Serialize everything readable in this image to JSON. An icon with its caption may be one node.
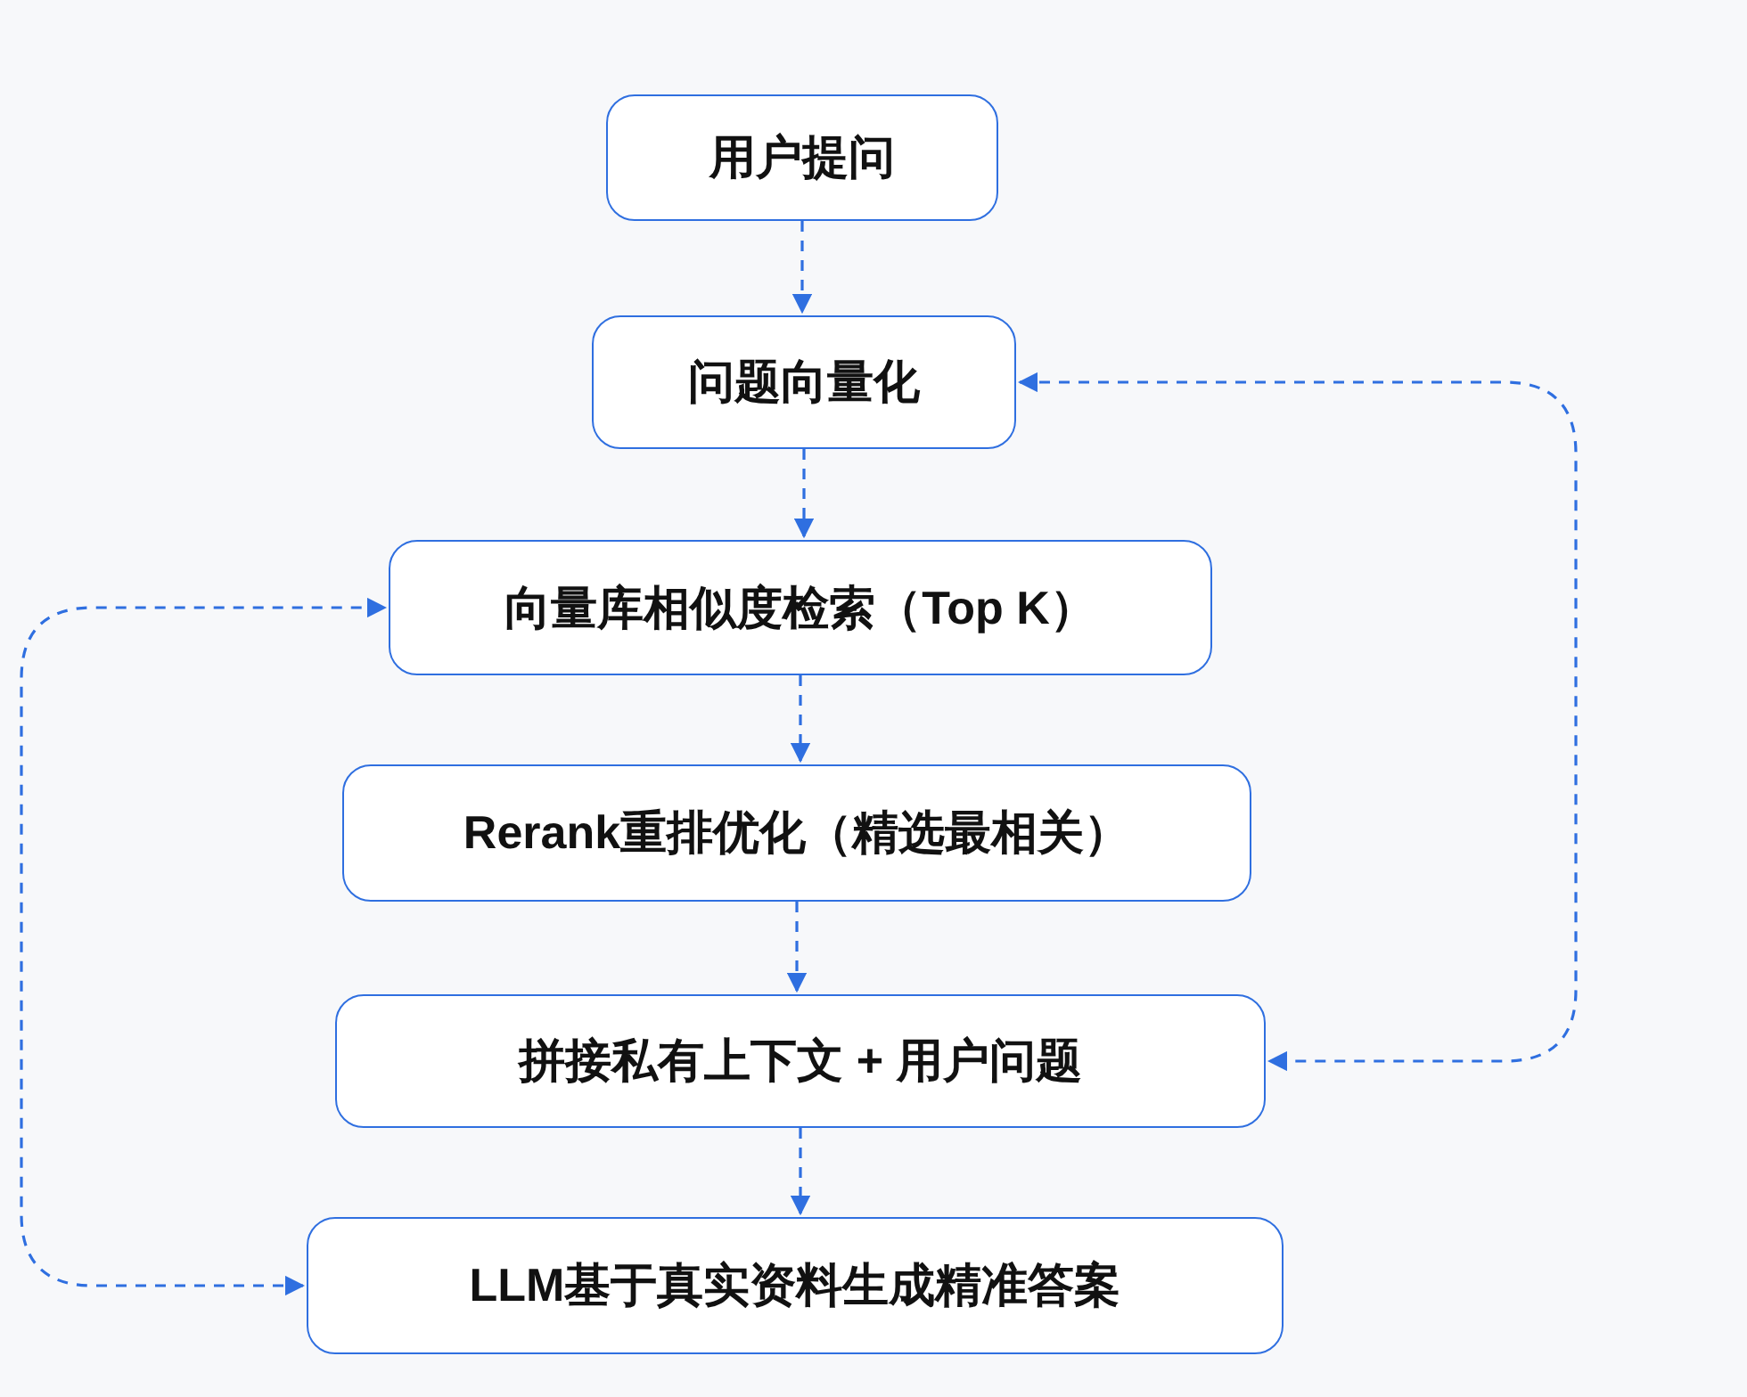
{
  "diagram": {
    "nodes": [
      {
        "text": [
          "用户提问"
        ]
      },
      {
        "text": [
          "问题向量化"
        ]
      },
      {
        "text": [
          "向量库相似度检索（Top K）"
        ]
      },
      {
        "text": [
          "Rerank重排优化（精选最相关）"
        ]
      },
      {
        "text": [
          "拼接私有上下文 + 用户问题"
        ]
      },
      {
        "text": [
          "LLM基于真实资料生成精准答案"
        ]
      }
    ],
    "edges": [
      {
        "from": 0,
        "to": 1,
        "arrow": "to",
        "style": "dashed"
      },
      {
        "from": 1,
        "to": 2,
        "arrow": "to",
        "style": "dashed"
      },
      {
        "from": 2,
        "to": 3,
        "arrow": "to",
        "style": "dashed"
      },
      {
        "from": 3,
        "to": 4,
        "arrow": "to",
        "style": "dashed"
      },
      {
        "from": 4,
        "to": 5,
        "arrow": "to",
        "style": "dashed"
      },
      {
        "from": 5,
        "to": 2,
        "arrow": "both",
        "style": "dashed"
      },
      {
        "from": 1,
        "to": 4,
        "arrow": "both",
        "style": "dashed"
      }
    ]
  }
}
